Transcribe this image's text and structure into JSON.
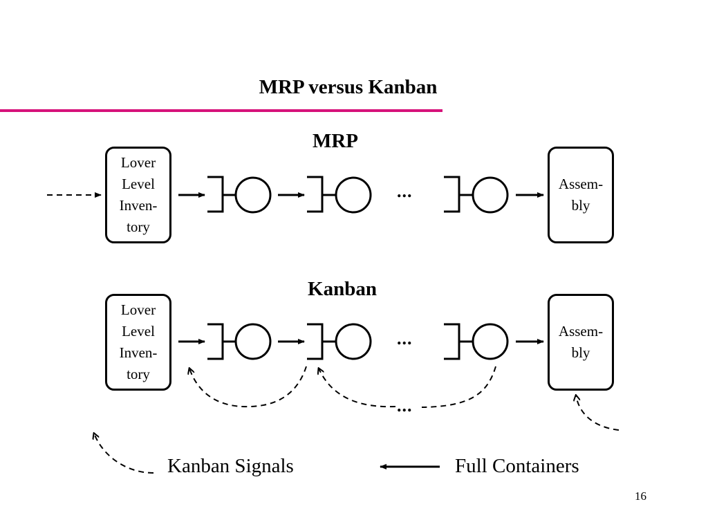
{
  "slide": {
    "title": "MRP versus Kanban",
    "accent_color": "#d6127a",
    "page_number": "16"
  },
  "mrp": {
    "title": "MRP",
    "source_box": [
      "Lover",
      "Level",
      "Inven-",
      "tory"
    ],
    "target_box": [
      "Assem-",
      "bly"
    ],
    "ellipsis": "..."
  },
  "kanban": {
    "title": "Kanban",
    "source_box": [
      "Lover",
      "Level",
      "Inven-",
      "tory"
    ],
    "target_box": [
      "Assem-",
      "bly"
    ],
    "ellipsis": "...",
    "signal_ellipsis": "..."
  },
  "legend": {
    "dashed_label": "Kanban Signals",
    "solid_label": "Full Containers"
  }
}
